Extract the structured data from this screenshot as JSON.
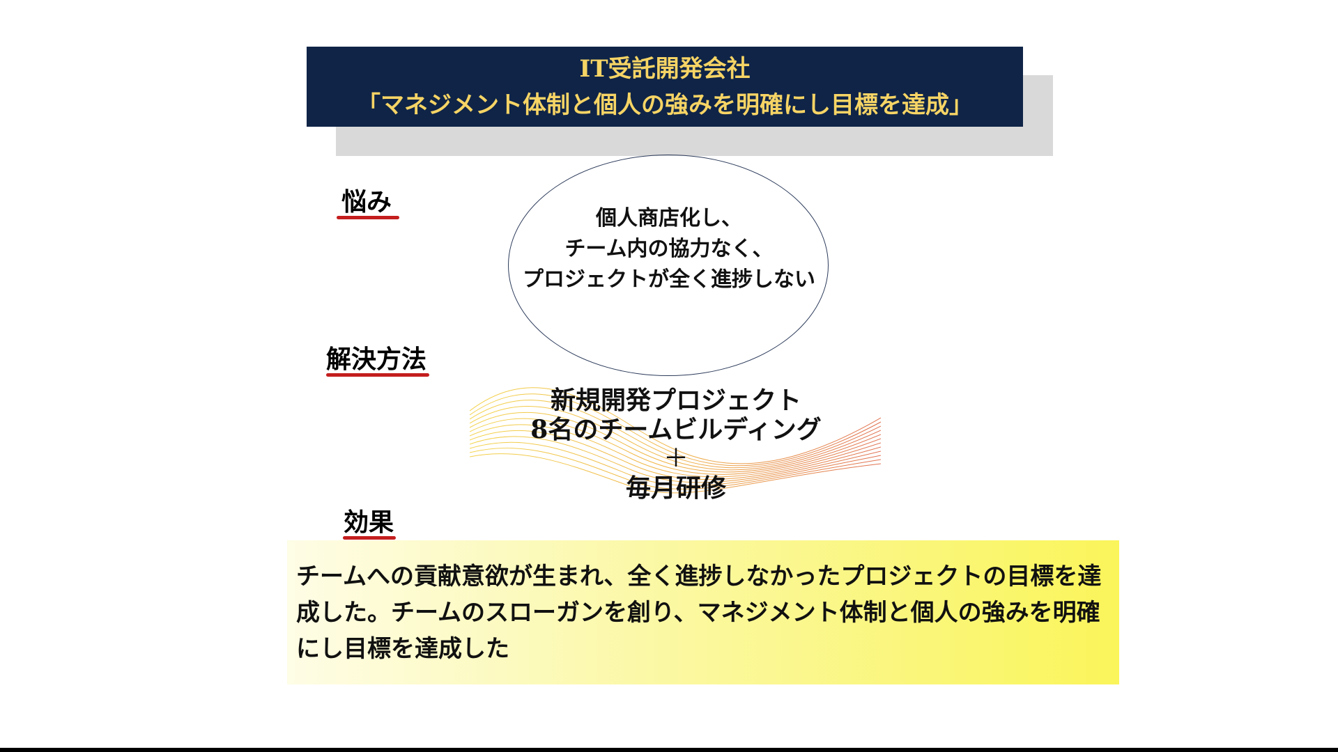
{
  "title": {
    "line1": "IT受託開発会社",
    "line2": "「マネジメント体制と個人の強みを明確にし目標を達成」"
  },
  "sections": {
    "problem": {
      "label": "悩み"
    },
    "solution": {
      "label": "解決方法"
    },
    "effect": {
      "label": "効果"
    }
  },
  "problem_bubble": {
    "lines": [
      "個人商店化し、",
      "チーム内の協力なく、",
      "プロジェクトが全く進捗しない"
    ]
  },
  "solution_block": {
    "line1": "新規開発プロジェクト",
    "line2": "8名のチームビルディング",
    "plus": "＋",
    "line3": "毎月研修"
  },
  "effect_block": {
    "text": "チームへの貢献意欲が生まれ、全く進捗しなかったプロジェクトの目標を達成した。チームのスローガンを創り、マネジメント体制と個人の強みを明確にし目標を達成した"
  },
  "colors": {
    "title_bg": "#0f2447",
    "title_text": "#f6d465",
    "underline": "#c41e1e",
    "highlight": "#faf55a"
  }
}
